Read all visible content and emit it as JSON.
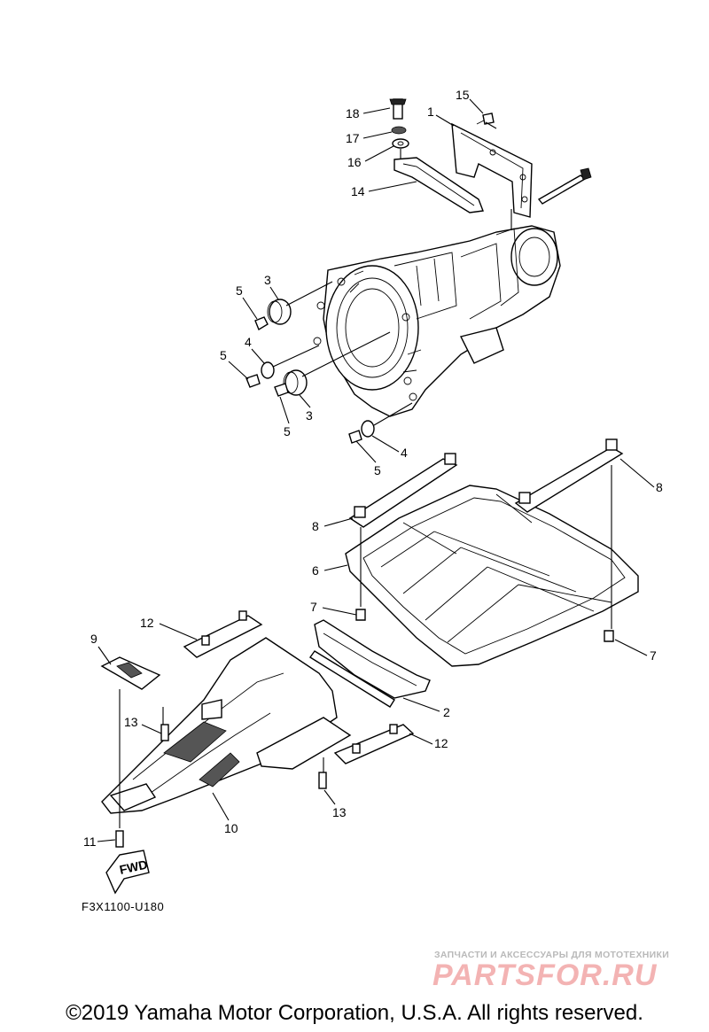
{
  "callouts": [
    {
      "n": "18"
    },
    {
      "n": "15"
    },
    {
      "n": "1"
    },
    {
      "n": "17"
    },
    {
      "n": "16"
    },
    {
      "n": "14"
    },
    {
      "n": "3"
    },
    {
      "n": "5"
    },
    {
      "n": "4"
    },
    {
      "n": "5"
    },
    {
      "n": "5"
    },
    {
      "n": "3"
    },
    {
      "n": "4"
    },
    {
      "n": "5"
    },
    {
      "n": "8"
    },
    {
      "n": "8"
    },
    {
      "n": "6"
    },
    {
      "n": "7"
    },
    {
      "n": "7"
    },
    {
      "n": "12"
    },
    {
      "n": "9"
    },
    {
      "n": "2"
    },
    {
      "n": "13"
    },
    {
      "n": "12"
    },
    {
      "n": "10"
    },
    {
      "n": "13"
    },
    {
      "n": "11"
    }
  ],
  "fwd_label": "FWD",
  "reference_code": "F3X1100-U180",
  "watermark": {
    "tagline": "ЗАПЧАСТИ И АКСЕССУАРЫ ДЛЯ МОТОТЕХНИКИ",
    "logo": "PARTSFOR.RU"
  },
  "copyright": "©2019 Yamaha Motor Corporation, U.S.A. All rights reserved."
}
